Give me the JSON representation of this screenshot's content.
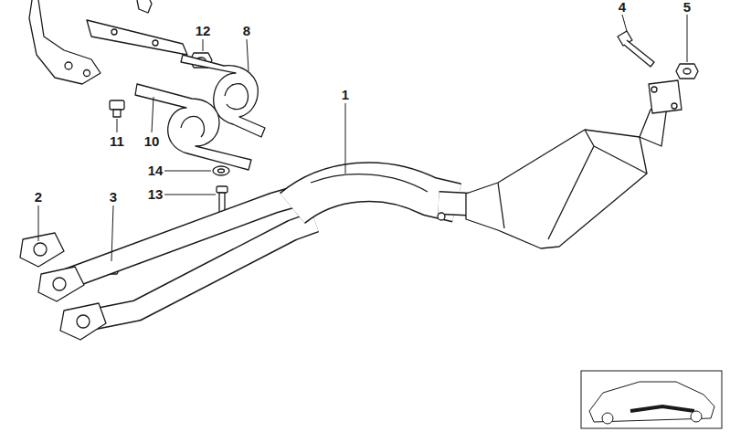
{
  "diagram": {
    "labels": [
      "4",
      "5",
      "12",
      "8",
      "1",
      "11",
      "10",
      "14",
      "13",
      "2",
      "3"
    ]
  }
}
